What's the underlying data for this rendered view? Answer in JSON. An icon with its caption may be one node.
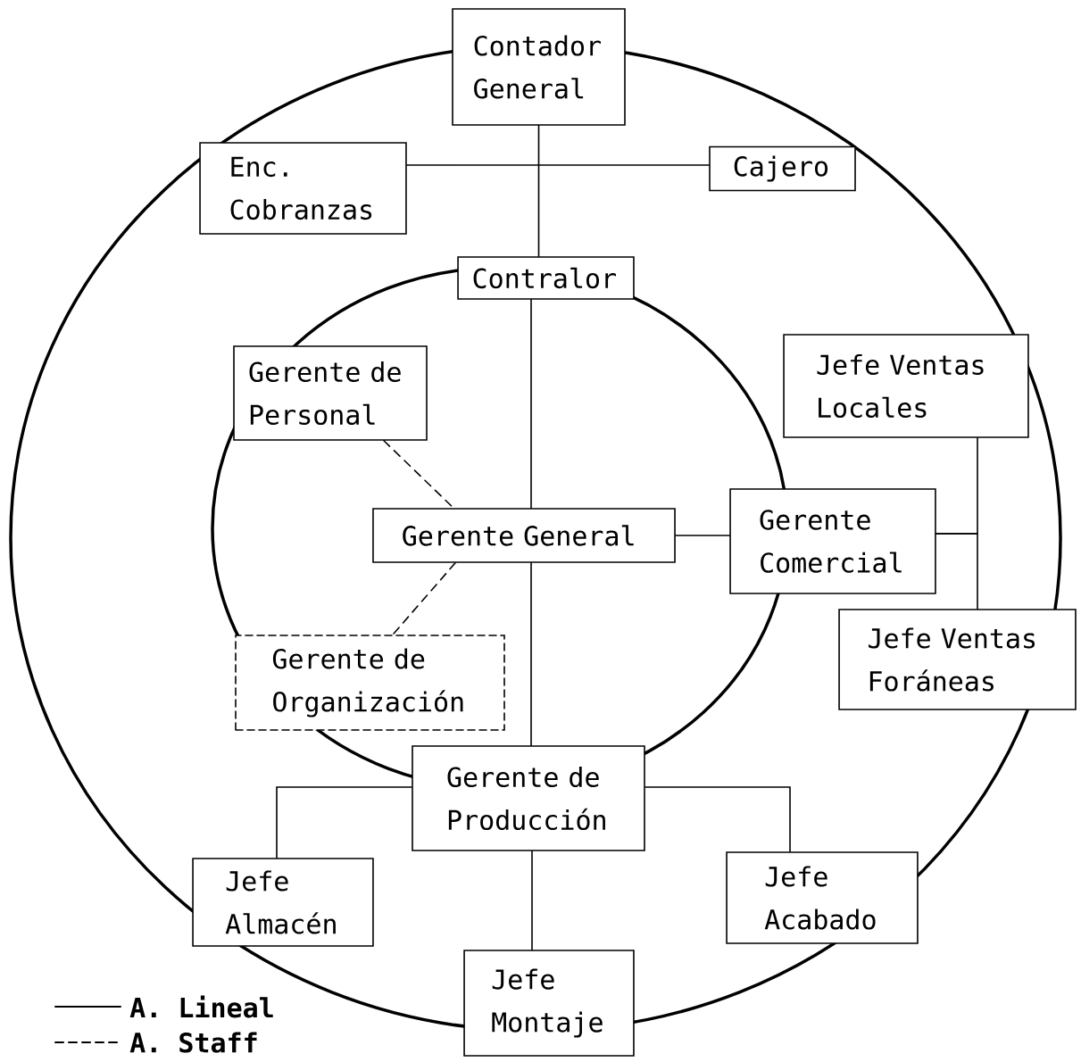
{
  "diagram": {
    "nodes": [
      {
        "text": [
          "Contador General"
        ]
      },
      {
        "text": [
          "Enc. Cobranzas"
        ]
      },
      {
        "text": [
          "Cajero"
        ]
      },
      {
        "text": [
          "Contralor"
        ]
      },
      {
        "text": [
          "Gerente de Personal"
        ]
      },
      {
        "text": [
          "Gerente General"
        ]
      },
      {
        "text": [
          "Gerente Comercial"
        ]
      },
      {
        "text": [
          "Jefe Ventas Locales"
        ]
      },
      {
        "text": [
          "Jefe Ventas Foráneas"
        ]
      },
      {
        "text": [
          "Gerente de Organización"
        ]
      },
      {
        "text": [
          "Gerente de Producción"
        ]
      },
      {
        "text": [
          "Jefe Almacén"
        ]
      },
      {
        "text": [
          "Jefe Acabado"
        ]
      },
      {
        "text": [
          "Jefe Montaje"
        ]
      }
    ],
    "edges": [
      {
        "from": 0,
        "to": 3,
        "arrow": "none"
      },
      {
        "from": 1,
        "to": 2,
        "arrow": "none"
      },
      {
        "from": 3,
        "to": 5,
        "arrow": "none"
      },
      {
        "from": 5,
        "to": 10,
        "arrow": "none"
      },
      {
        "from": 5,
        "to": 6,
        "arrow": "none"
      },
      {
        "from": 6,
        "to": 7,
        "arrow": "none"
      },
      {
        "from": 6,
        "to": 8,
        "arrow": "none"
      },
      {
        "from": 10,
        "to": 11,
        "arrow": "none"
      },
      {
        "from": 10,
        "to": 12,
        "arrow": "none"
      },
      {
        "from": 10,
        "to": 13,
        "arrow": "none"
      },
      {
        "from": 4,
        "to": 5,
        "arrow": "none",
        "style": "dashed"
      },
      {
        "from": 5,
        "to": 9,
        "arrow": "none",
        "style": "dashed"
      }
    ],
    "legend": [
      {
        "text": "A. Lineal"
      },
      {
        "text": "A. Staff"
      }
    ]
  }
}
